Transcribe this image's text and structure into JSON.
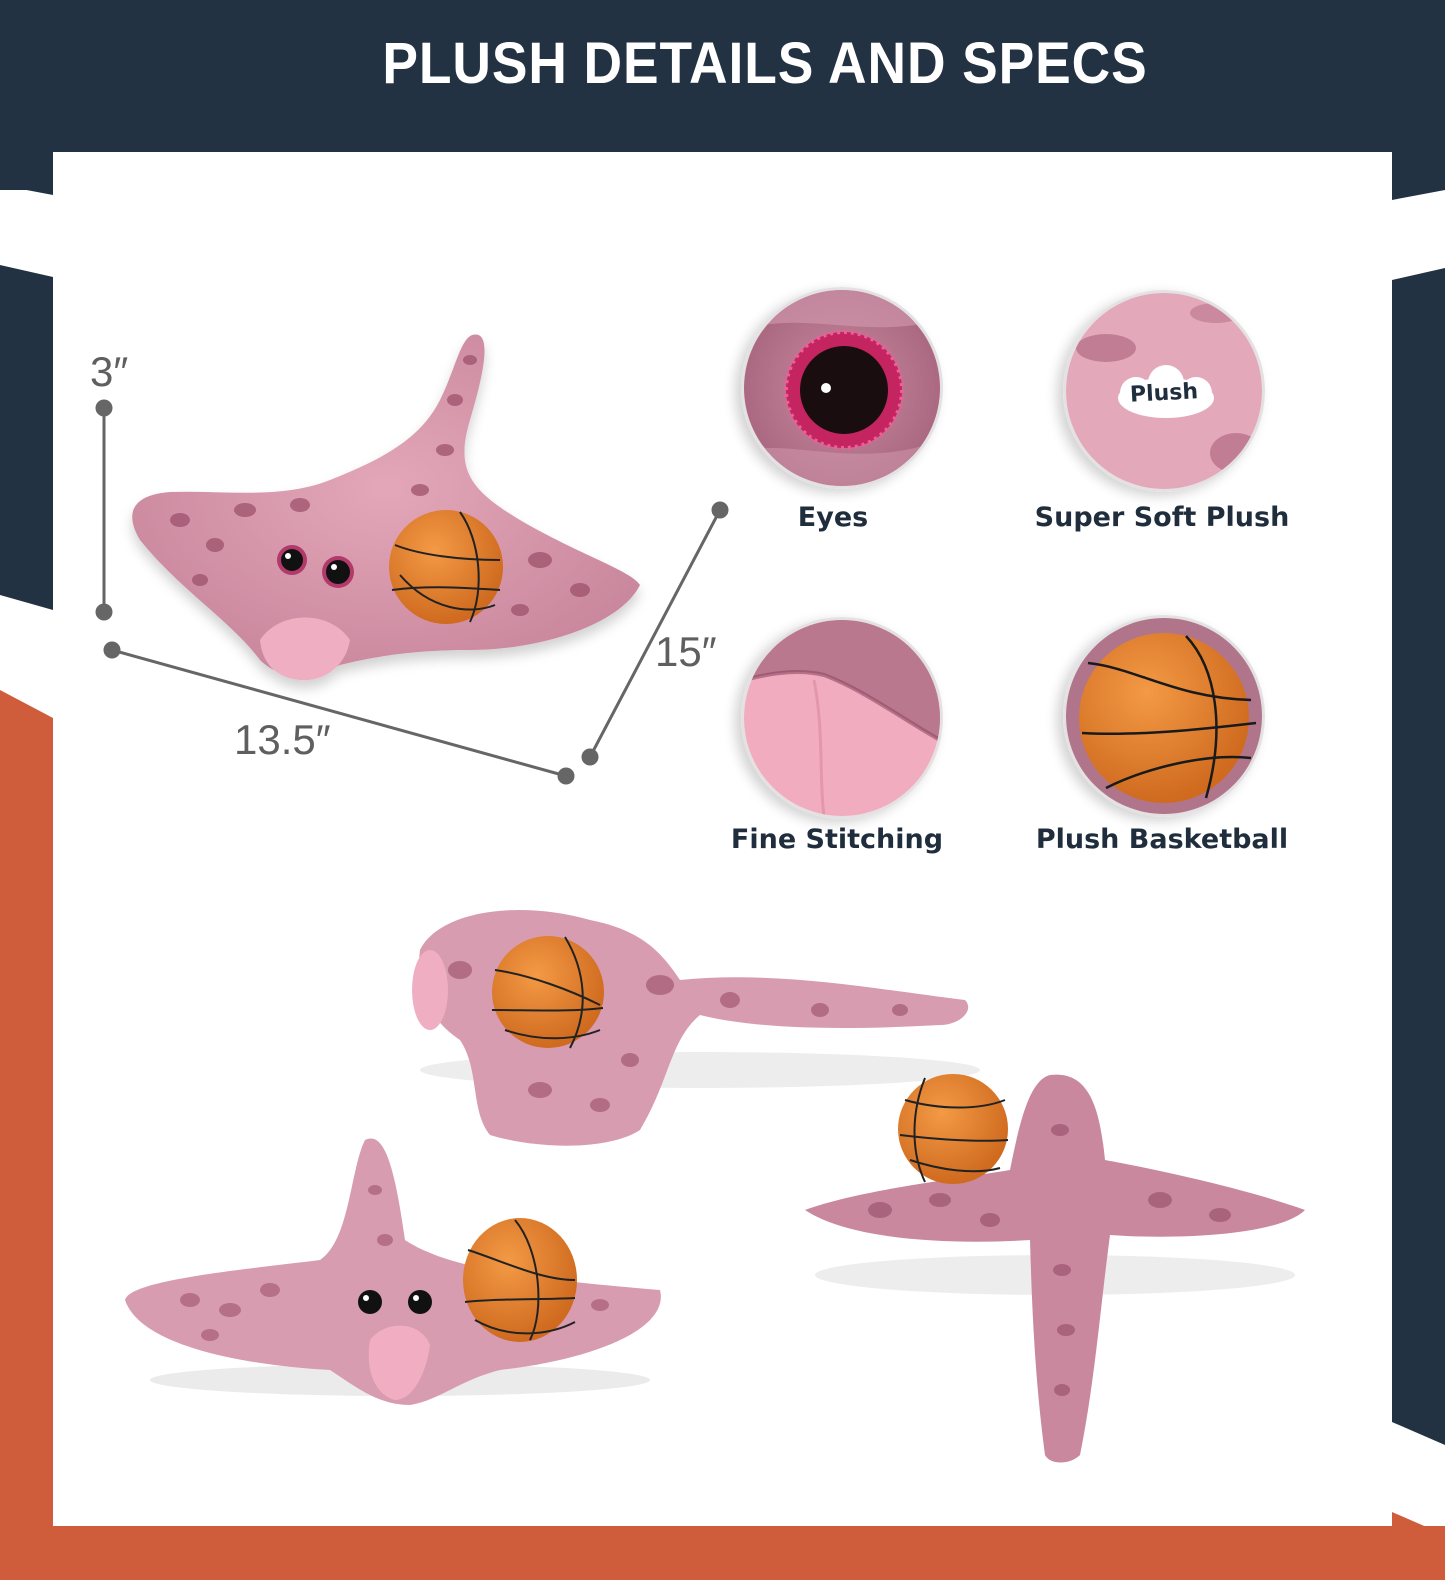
{
  "header": {
    "title": "PLUSH DETAILS AND SPECS"
  },
  "colors": {
    "navy": "#233242",
    "orange": "#cf5c3a",
    "white": "#ffffff",
    "plush_pink": "#d99aae",
    "spot_mauve": "#9a4d68",
    "basketball_orange": "#e07c2c",
    "label_text": "#1f2d3d",
    "dimension_gray": "#5f5f5f"
  },
  "dimensions": {
    "height": "3″",
    "width": "13.5″",
    "length": "15″"
  },
  "details": [
    {
      "label": "Eyes",
      "icon": "glitter-eye-closeup"
    },
    {
      "label": "Super Soft Plush",
      "icon": "plush-fabric-closeup",
      "badge": "Plush"
    },
    {
      "label": "Fine Stitching",
      "icon": "stitching-closeup"
    },
    {
      "label": "Plush Basketball",
      "icon": "basketball-closeup"
    }
  ],
  "photos": [
    {
      "name": "stingray-main-view",
      "description": "Pink spotted stingray plush with basketball, angled front view"
    },
    {
      "name": "stingray-side-view",
      "description": "Stingray plush side view with long tail"
    },
    {
      "name": "stingray-front-view",
      "description": "Stingray plush front view"
    },
    {
      "name": "stingray-back-view",
      "description": "Stingray plush back view with tail"
    }
  ]
}
